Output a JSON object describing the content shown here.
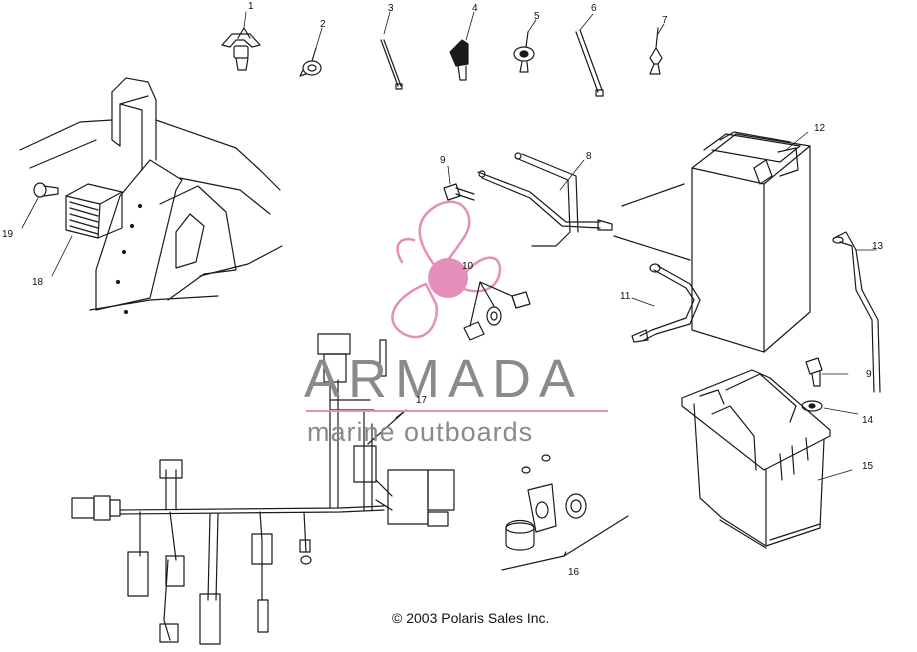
{
  "callouts": [
    {
      "id": "1",
      "label": "1"
    },
    {
      "id": "2",
      "label": "2"
    },
    {
      "id": "3",
      "label": "3"
    },
    {
      "id": "4",
      "label": "4"
    },
    {
      "id": "5",
      "label": "5"
    },
    {
      "id": "6",
      "label": "6"
    },
    {
      "id": "7",
      "label": "7"
    },
    {
      "id": "8",
      "label": "8"
    },
    {
      "id": "9a",
      "label": "9"
    },
    {
      "id": "9b",
      "label": "9"
    },
    {
      "id": "10",
      "label": "10"
    },
    {
      "id": "11",
      "label": "11"
    },
    {
      "id": "12",
      "label": "12"
    },
    {
      "id": "13",
      "label": "13"
    },
    {
      "id": "14",
      "label": "14"
    },
    {
      "id": "15",
      "label": "15"
    },
    {
      "id": "16",
      "label": "16"
    },
    {
      "id": "17",
      "label": "17"
    },
    {
      "id": "18",
      "label": "18"
    },
    {
      "id": "19",
      "label": "19"
    }
  ],
  "copyright": "© 2003 Polaris Sales Inc.",
  "watermark": {
    "word": "ARMADA",
    "tagline": "marine outboards",
    "accent_color": "#e48fb9",
    "text_color": "#8a8a8a"
  }
}
